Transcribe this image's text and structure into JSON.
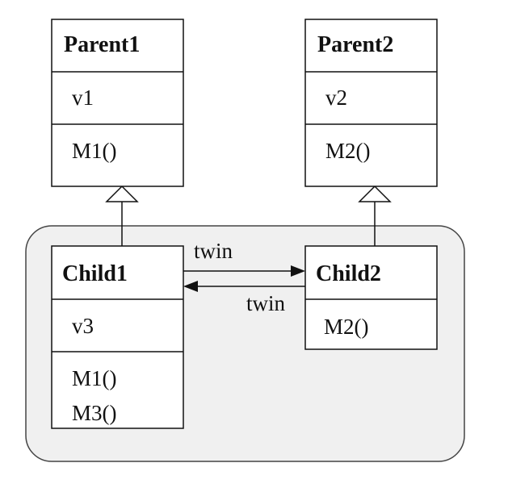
{
  "diagram": {
    "classes": {
      "parent1": {
        "name": "Parent1",
        "fields": [
          "v1"
        ],
        "methods": [
          "M1()"
        ]
      },
      "parent2": {
        "name": "Parent2",
        "fields": [
          "v2"
        ],
        "methods": [
          "M2()"
        ]
      },
      "child1": {
        "name": "Child1",
        "fields": [
          "v3"
        ],
        "methods": [
          "M1()",
          "M3()"
        ]
      },
      "child2": {
        "name": "Child2",
        "fields": [],
        "methods": [
          "M2()"
        ]
      }
    },
    "relations": {
      "twin_to_child2": "twin",
      "twin_to_child1": "twin"
    },
    "colors": {
      "background": "#ffffff",
      "stroke": "#111111",
      "group_fill": "#f0f0f0",
      "group_stroke": "#444444",
      "box_fill": "#ffffff"
    }
  }
}
